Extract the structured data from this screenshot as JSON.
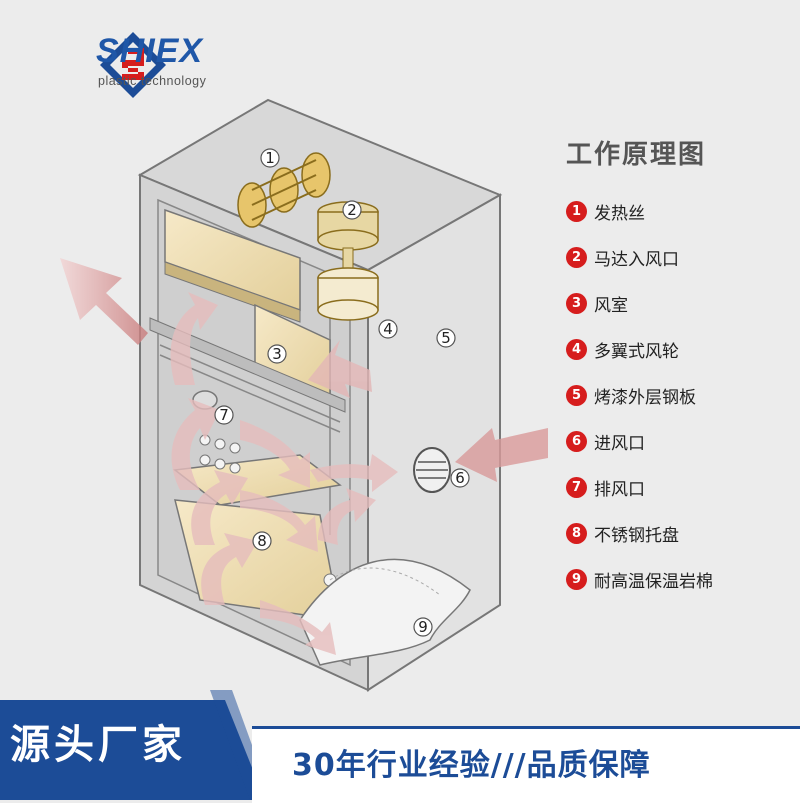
{
  "brand": {
    "name": "SHIEX",
    "tagline": "plastic technology",
    "colors": {
      "blue": "#1c4c97",
      "red": "#d61d1d"
    }
  },
  "diagram": {
    "title": "工作原理图",
    "callout_numbers": [
      "1",
      "2",
      "3",
      "4",
      "5",
      "6",
      "7",
      "8",
      "9"
    ],
    "legend": [
      {
        "num": "1",
        "label": "发热丝"
      },
      {
        "num": "2",
        "label": "马达入风口"
      },
      {
        "num": "3",
        "label": "风室"
      },
      {
        "num": "4",
        "label": "多翼式风轮"
      },
      {
        "num": "5",
        "label": "烤漆外层钢板"
      },
      {
        "num": "6",
        "label": "进风口"
      },
      {
        "num": "7",
        "label": "排风口"
      },
      {
        "num": "8",
        "label": "不锈钢托盘"
      },
      {
        "num": "9",
        "label": "耐高温保温岩棉"
      }
    ]
  },
  "banner": {
    "left": "源头厂家",
    "right": "30年行业经验///品质保障"
  }
}
